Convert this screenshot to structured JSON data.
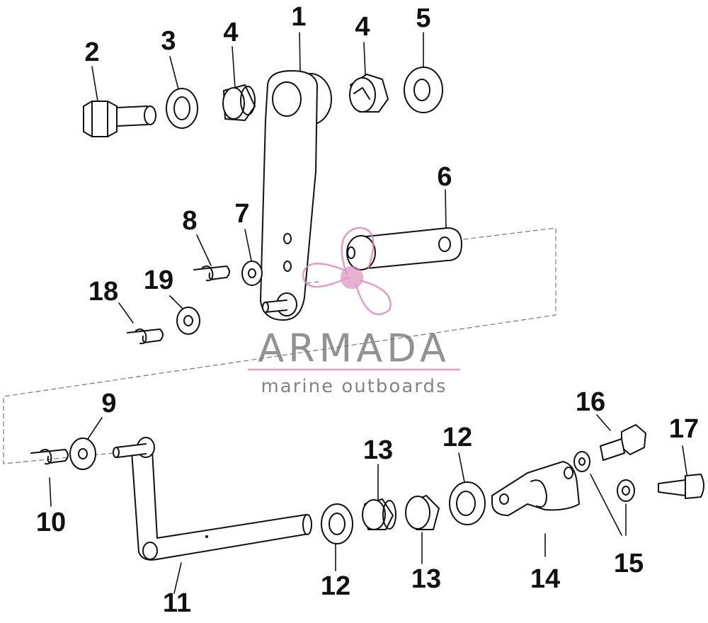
{
  "watermark": {
    "brand": "ARMADA",
    "tagline": "marine outboards",
    "colors": {
      "text": "#777777",
      "accent": "#d987b7"
    }
  },
  "callouts": [
    {
      "id": "c1",
      "label": "1",
      "part": "lever"
    },
    {
      "id": "c2",
      "label": "2",
      "part": "bolt"
    },
    {
      "id": "c3",
      "label": "3",
      "part": "washer"
    },
    {
      "id": "c4a",
      "label": "4",
      "part": "bushing"
    },
    {
      "id": "c4b",
      "label": "4",
      "part": "bushing"
    },
    {
      "id": "c5",
      "label": "5",
      "part": "washer"
    },
    {
      "id": "c6",
      "label": "6",
      "part": "link"
    },
    {
      "id": "c7",
      "label": "7",
      "part": "washer"
    },
    {
      "id": "c8",
      "label": "8",
      "part": "clip"
    },
    {
      "id": "c9",
      "label": "9",
      "part": "washer"
    },
    {
      "id": "c10",
      "label": "10",
      "part": "clip"
    },
    {
      "id": "c11",
      "label": "11",
      "part": "shaft-lever"
    },
    {
      "id": "c12a",
      "label": "12",
      "part": "washer"
    },
    {
      "id": "c12b",
      "label": "12",
      "part": "washer"
    },
    {
      "id": "c13a",
      "label": "13",
      "part": "bushing"
    },
    {
      "id": "c13b",
      "label": "13",
      "part": "bushing"
    },
    {
      "id": "c14",
      "label": "14",
      "part": "bracket"
    },
    {
      "id": "c15",
      "label": "15",
      "part": "washers"
    },
    {
      "id": "c16",
      "label": "16",
      "part": "bolt"
    },
    {
      "id": "c17",
      "label": "17",
      "part": "stud"
    },
    {
      "id": "c18",
      "label": "18",
      "part": "clip"
    },
    {
      "id": "c19",
      "label": "19",
      "part": "washer"
    }
  ]
}
